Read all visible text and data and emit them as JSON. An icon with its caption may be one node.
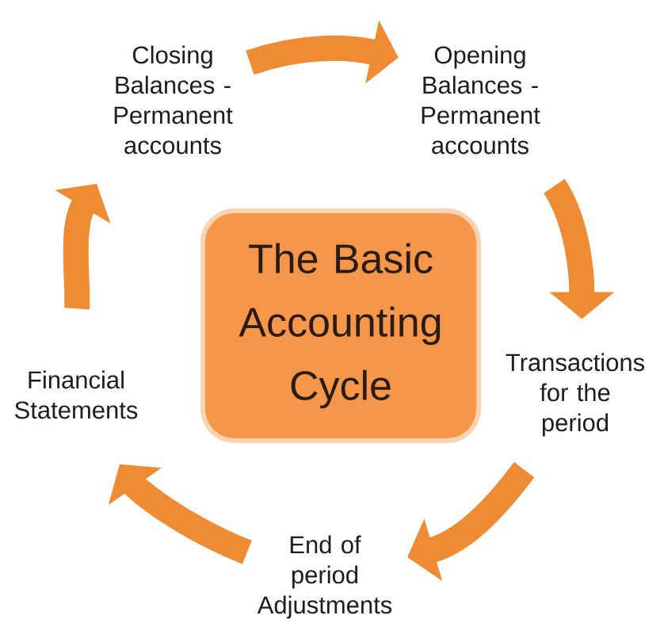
{
  "diagram": {
    "nodes": [
      {
        "text": [
          "Closing Balances - Permanent accounts"
        ]
      },
      {
        "text": [
          "Opening Balances - Permanent accounts"
        ]
      },
      {
        "text": [
          "The Basic Accounting Cycle"
        ]
      },
      {
        "text": [
          "Financial Statements"
        ]
      },
      {
        "text": [
          "Transactions for the period"
        ]
      },
      {
        "text": [
          "End of period Adjustments"
        ]
      }
    ],
    "edges": [
      {
        "from": 0,
        "to": 1,
        "arrow": "to"
      },
      {
        "from": 1,
        "to": 4,
        "arrow": "to"
      },
      {
        "from": 4,
        "to": 5,
        "arrow": "to"
      },
      {
        "from": 5,
        "to": 3,
        "arrow": "to"
      },
      {
        "from": 3,
        "to": 0,
        "arrow": "to"
      }
    ]
  }
}
